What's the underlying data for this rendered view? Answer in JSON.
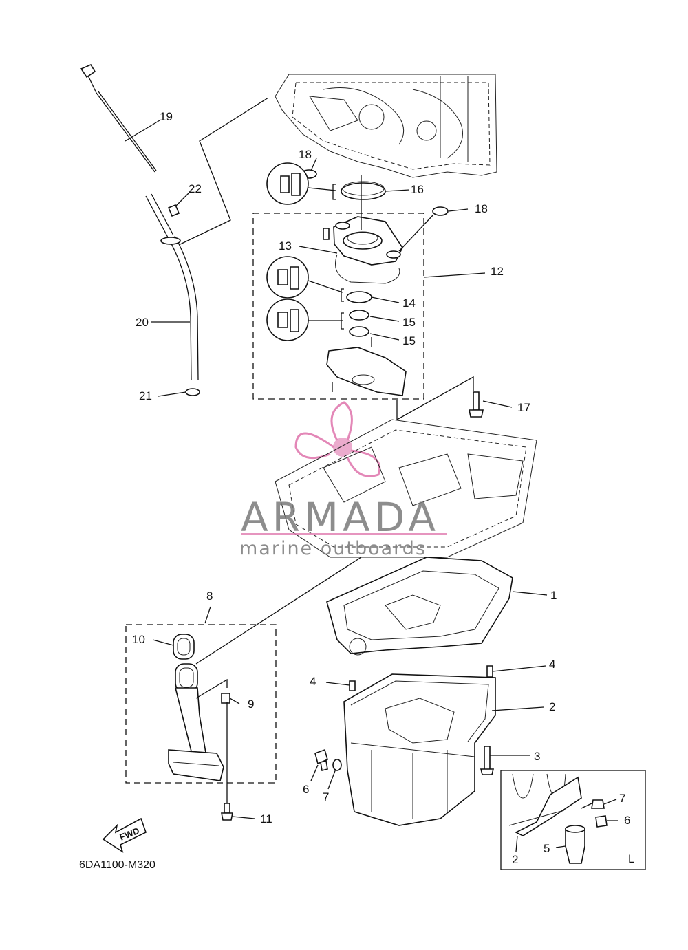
{
  "diagram": {
    "code": "6DA1100-M320",
    "labels": {
      "p1": "1",
      "p2": "2",
      "p3": "3",
      "p4a": "4",
      "p4b": "4",
      "p5": "5",
      "p6a": "6",
      "p6b": "6",
      "p7a": "7",
      "p7b": "7",
      "p8": "8",
      "p9": "9",
      "p10": "10",
      "p11": "11",
      "p12": "12",
      "p13": "13",
      "p14": "14",
      "p15a": "15",
      "p15b": "15",
      "p16": "16",
      "p17": "17",
      "p18a": "18",
      "p18b": "18",
      "p19": "19",
      "p20": "20",
      "p21": "21",
      "p22": "22",
      "p2inset": "2"
    },
    "inset_label": "L",
    "fwd_label": "FWD"
  },
  "watermark": {
    "brand": "ARMADA",
    "tagline": "marine outboards",
    "accent_color": "#e07bb0"
  }
}
